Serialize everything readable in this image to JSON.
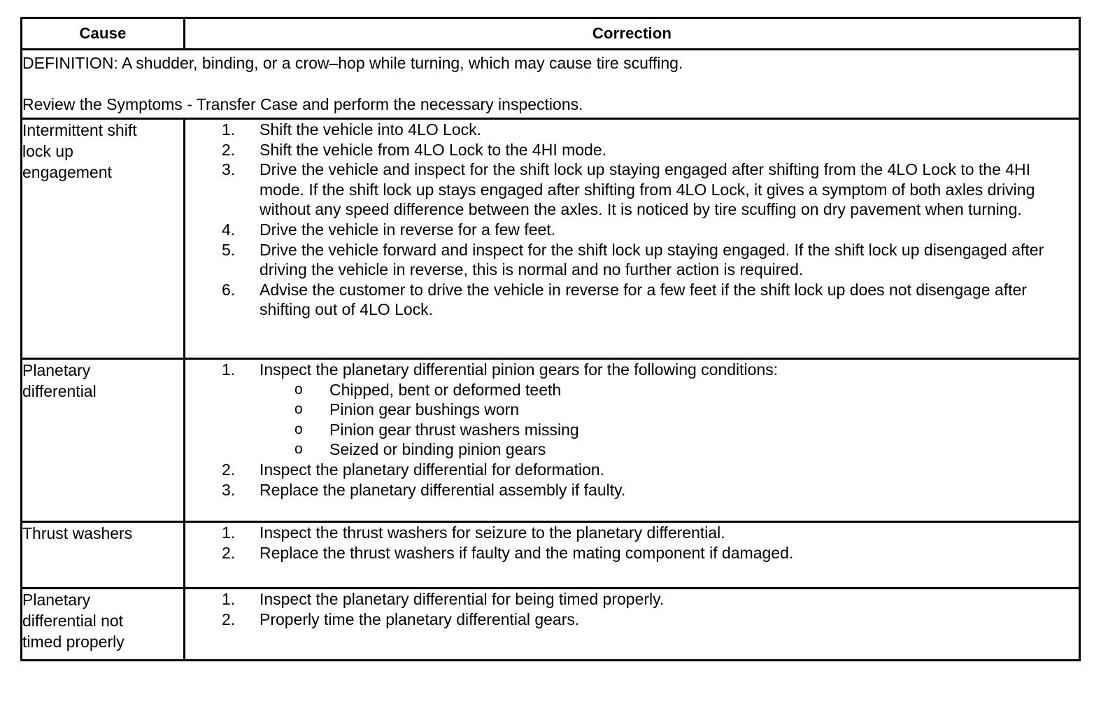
{
  "table": {
    "headers": {
      "cause": "Cause",
      "correction": "Correction"
    },
    "definition": {
      "line1": "DEFINITION: A shudder, binding, or a crow–hop while turning, which may cause tire scuffing.",
      "line2": "Review the Symptoms - Transfer Case and perform the necessary inspections."
    },
    "rows": [
      {
        "cause_lines": [
          "Intermittent shift",
          "lock up",
          "engagement"
        ],
        "steps": [
          {
            "num": "1.",
            "text": "Shift the vehicle into 4LO Lock."
          },
          {
            "num": "2.",
            "text": "Shift the vehicle from 4LO Lock to the 4HI mode."
          },
          {
            "num": "3.",
            "text": "Drive the vehicle and inspect for the shift lock up staying engaged after shifting from the 4LO Lock to the 4HI mode. If the shift lock up stays engaged after shifting from 4LO Lock, it gives a symptom of both axles driving without any speed difference between the axles. It is noticed by tire scuffing on dry pavement when turning."
          },
          {
            "num": "4.",
            "text": "Drive the vehicle in reverse for a few feet."
          },
          {
            "num": "5.",
            "text": "Drive the vehicle forward and inspect for the shift lock up staying engaged. If the shift lock up disengaged after driving the vehicle in reverse, this is normal and no further action is required."
          },
          {
            "num": "6.",
            "text": "Advise the customer to drive the vehicle in reverse for a few feet if the shift lock up does not disengage after shifting out of 4LO Lock."
          }
        ]
      },
      {
        "cause_lines": [
          "Planetary",
          "differential"
        ],
        "steps": [
          {
            "num": "1.",
            "text": "Inspect the planetary differential pinion gears for the following conditions:",
            "subs": [
              {
                "bullet": "o",
                "text": "Chipped, bent or deformed teeth"
              },
              {
                "bullet": "o",
                "text": "Pinion gear bushings worn"
              },
              {
                "bullet": "o",
                "text": "Pinion gear thrust washers missing"
              },
              {
                "bullet": "o",
                "text": "Seized or binding pinion gears"
              }
            ]
          },
          {
            "num": "2.",
            "text": "Inspect the planetary differential for deformation."
          },
          {
            "num": "3.",
            "text": "Replace the planetary differential assembly if faulty."
          }
        ]
      },
      {
        "cause_lines": [
          "Thrust washers"
        ],
        "steps": [
          {
            "num": "1.",
            "text": "Inspect the thrust washers for seizure to the planetary differential."
          },
          {
            "num": "2.",
            "text": "Replace the thrust washers if faulty and the mating component if damaged."
          }
        ]
      },
      {
        "cause_lines": [
          "Planetary",
          "differential not",
          "timed properly"
        ],
        "steps": [
          {
            "num": "1.",
            "text": "Inspect the planetary differential for being timed properly."
          },
          {
            "num": "2.",
            "text": "Properly time the planetary differential gears."
          }
        ]
      }
    ]
  }
}
